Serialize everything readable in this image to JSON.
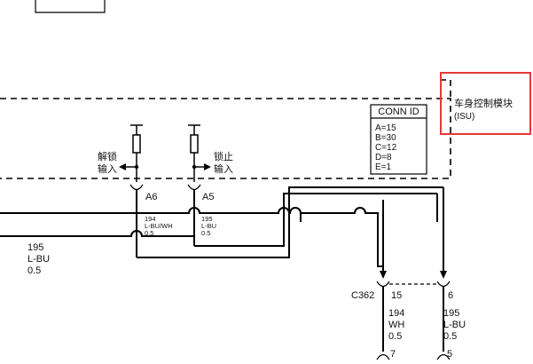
{
  "module": {
    "name": "车身控制模块",
    "code": "(ISU)"
  },
  "conn_id": {
    "title": "CONN ID",
    "rows": [
      "A=15",
      "B=30",
      "C=12",
      "D=8",
      "E=1"
    ]
  },
  "inputs": [
    {
      "label_line1": "解锁",
      "label_line2": "输入",
      "pin": "A6"
    },
    {
      "label_line1": "锁止",
      "label_line2": "输入",
      "pin": "A5"
    }
  ],
  "wires": {
    "a6": {
      "circuit": "194",
      "color": "L-BU/WH",
      "size": "0.5"
    },
    "a5": {
      "circuit": "195",
      "color": "L-BU",
      "size": "0.5"
    },
    "left_195": {
      "circuit": "195",
      "color": "L-BU",
      "size": "0.5"
    }
  },
  "connector": {
    "id": "C362",
    "pin_left": "15",
    "pin_right": "6",
    "bottom_left_pin": "7",
    "bottom_right_pin": "5",
    "left_wire": {
      "circuit": "194",
      "color": "WH",
      "size": "0.5"
    },
    "right_wire": {
      "circuit": "195",
      "color": "L-BU",
      "size": "0.5"
    }
  },
  "colors": {
    "highlight": "#e53935",
    "line": "#000000"
  }
}
